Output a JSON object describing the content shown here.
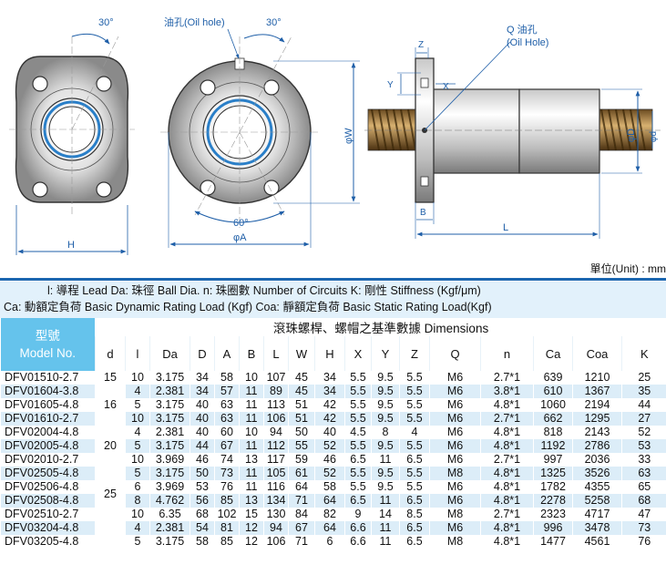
{
  "drawing": {
    "angle_30_left": "30°",
    "angle_30_right": "30°",
    "oil_hole_left": "油孔(Oil hole)",
    "oil_hole_right_1": "Q 油孔",
    "oil_hole_right_2": "(Oil Hole)",
    "dim_H": "H",
    "dim_W": "φW",
    "dim_A": "φA",
    "angle_60": "60°",
    "dim_Z": "Z",
    "dim_Y": "Y",
    "dim_X": "X",
    "dim_D": "φD",
    "dim_d": "φd",
    "dim_B": "B",
    "dim_L": "L"
  },
  "unit_label": "單位(Unit) : mm",
  "legend": {
    "line1": "l: 導程  Lead    Da: 珠徑  Ball Dia.   n: 珠圈數  Number of Circuits    K: 剛性  Stiffness (Kgf/μm)",
    "line2": "Ca: 動額定負荷  Basic Dynamic Rating Load (Kgf)   Coa: 靜額定負荷  Basic Static Rating Load(Kgf)"
  },
  "table": {
    "model_zh": "型號",
    "model_en": "Model No.",
    "dims_title": "滾珠螺桿、螺帽之基準數據  Dimensions",
    "columns": [
      "d",
      "l",
      "Da",
      "D",
      "A",
      "B",
      "L",
      "W",
      "H",
      "X",
      "Y",
      "Z",
      "Q",
      "n",
      "Ca",
      "Coa",
      "K"
    ],
    "groups": [
      {
        "d": "15",
        "rows": [
          [
            "DFV01510-2.7",
            "10",
            "3.175",
            "34",
            "58",
            "10",
            "107",
            "45",
            "34",
            "5.5",
            "9.5",
            "5.5",
            "M6",
            "2.7*1",
            "639",
            "1210",
            "25"
          ]
        ]
      },
      {
        "d": "16",
        "rows": [
          [
            "DFV01604-3.8",
            "4",
            "2.381",
            "34",
            "57",
            "11",
            "89",
            "45",
            "34",
            "5.5",
            "9.5",
            "5.5",
            "M6",
            "3.8*1",
            "610",
            "1367",
            "35"
          ],
          [
            "DFV01605-4.8",
            "5",
            "3.175",
            "40",
            "63",
            "11",
            "113",
            "51",
            "42",
            "5.5",
            "9.5",
            "5.5",
            "M6",
            "4.8*1",
            "1060",
            "2194",
            "44"
          ],
          [
            "DFV01610-2.7",
            "10",
            "3.175",
            "40",
            "63",
            "11",
            "106",
            "51",
            "42",
            "5.5",
            "9.5",
            "5.5",
            "M6",
            "2.7*1",
            "662",
            "1295",
            "27"
          ]
        ]
      },
      {
        "d": "20",
        "rows": [
          [
            "DFV02004-4.8",
            "4",
            "2.381",
            "40",
            "60",
            "10",
            "94",
            "50",
            "40",
            "4.5",
            "8",
            "4",
            "M6",
            "4.8*1",
            "818",
            "2143",
            "52"
          ],
          [
            "DFV02005-4.8",
            "5",
            "3.175",
            "44",
            "67",
            "11",
            "112",
            "55",
            "52",
            "5.5",
            "9.5",
            "5.5",
            "M6",
            "4.8*1",
            "1192",
            "2786",
            "53"
          ],
          [
            "DFV02010-2.7",
            "10",
            "3.969",
            "46",
            "74",
            "13",
            "117",
            "59",
            "46",
            "6.5",
            "11",
            "6.5",
            "M6",
            "2.7*1",
            "997",
            "2036",
            "33"
          ]
        ]
      },
      {
        "d": "25",
        "rows": [
          [
            "DFV02505-4.8",
            "5",
            "3.175",
            "50",
            "73",
            "11",
            "105",
            "61",
            "52",
            "5.5",
            "9.5",
            "5.5",
            "M8",
            "4.8*1",
            "1325",
            "3526",
            "63"
          ],
          [
            "DFV02506-4.8",
            "6",
            "3.969",
            "53",
            "76",
            "11",
            "116",
            "64",
            "58",
            "5.5",
            "9.5",
            "5.5",
            "M6",
            "4.8*1",
            "1782",
            "4355",
            "65"
          ],
          [
            "DFV02508-4.8",
            "8",
            "4.762",
            "56",
            "85",
            "13",
            "134",
            "71",
            "64",
            "6.5",
            "11",
            "6.5",
            "M6",
            "4.8*1",
            "2278",
            "5258",
            "68"
          ],
          [
            "DFV02510-2.7",
            "10",
            "6.35",
            "68",
            "102",
            "15",
            "130",
            "84",
            "82",
            "9",
            "14",
            "8.5",
            "M8",
            "2.7*1",
            "2323",
            "4717",
            "47"
          ]
        ]
      },
      {
        "d": "",
        "rows": [
          [
            "DFV03204-4.8",
            "4",
            "2.381",
            "54",
            "81",
            "12",
            "94",
            "67",
            "64",
            "6.6",
            "11",
            "6.5",
            "M6",
            "4.8*1",
            "996",
            "3478",
            "73"
          ],
          [
            "DFV03205-4.8",
            "5",
            "3.175",
            "58",
            "85",
            "12",
            "106",
            "71",
            "6",
            "6.6",
            "11",
            "6.5",
            "M8",
            "4.8*1",
            "1477",
            "4561",
            "76"
          ]
        ]
      }
    ]
  }
}
